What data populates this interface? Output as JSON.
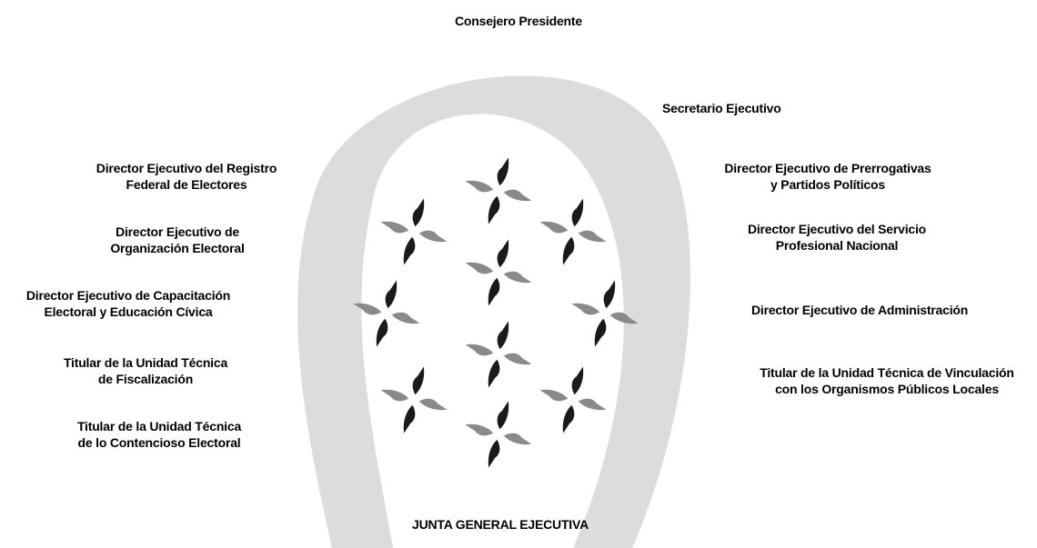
{
  "diagram": {
    "title": "JUNTA GENERAL EJECUTIVA",
    "top_label": "Consejero Presidente",
    "left_labels": [
      {
        "line1": "Director Ejecutivo del Registro",
        "line2": "Federal de Electores"
      },
      {
        "line1": "Director Ejecutivo de",
        "line2": "Organización Electoral"
      },
      {
        "line1": "Director Ejecutivo de Capacitación",
        "line2": "Electoral y Educación Cívica"
      },
      {
        "line1": "Titular de la Unidad Técnica",
        "line2": "de Fiscalización"
      },
      {
        "line1": "Titular de la Unidad Técnica",
        "line2": "de lo Contencioso Electoral"
      }
    ],
    "right_labels": [
      {
        "line1": "Secretario Ejecutivo",
        "line2": ""
      },
      {
        "line1": "Director Ejecutivo de Prerrogativas",
        "line2": "y Partidos Políticos"
      },
      {
        "line1": "Director Ejecutivo del Servicio",
        "line2": "Profesional Nacional"
      },
      {
        "line1": "Director Ejecutivo de Administración",
        "line2": ""
      },
      {
        "line1": "Titular de la Unidad Técnica de Vinculación",
        "line2": "con los Organismos Públicos Locales"
      }
    ],
    "arch_color": "#dcdcdc",
    "logo_colors": {
      "dark": "#1a1a1a",
      "gray": "#8a8a8a"
    }
  }
}
